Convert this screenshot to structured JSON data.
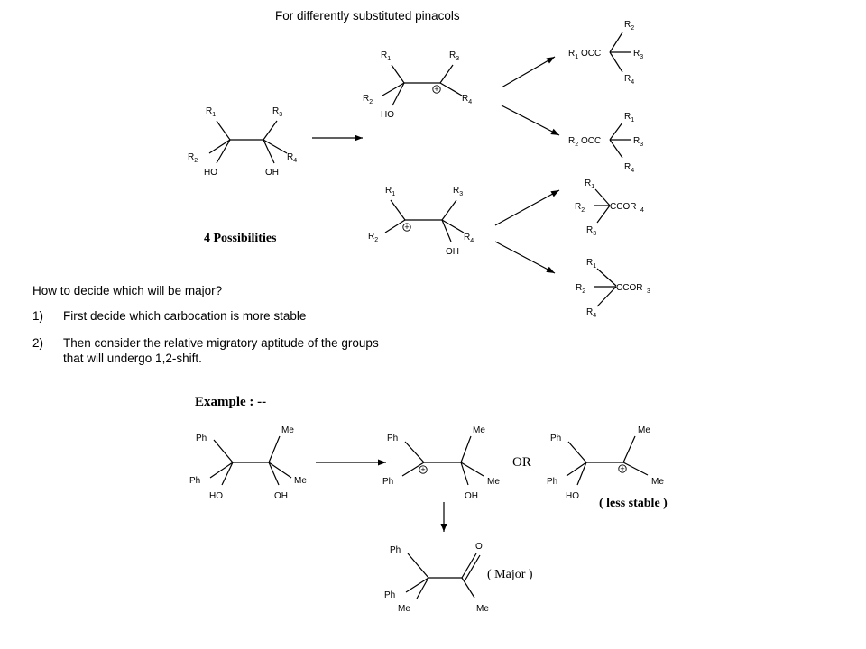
{
  "heading": "For differently substituted pinacols",
  "possibilities_label": "4 Possibilities",
  "question": "How to decide which will be major?",
  "steps": [
    {
      "num": "1)",
      "text": "First decide which carbocation is more stable"
    },
    {
      "num": "2)",
      "text": "Then consider the relative migratory aptitude of the groups",
      "text2": "that will undergo 1,2-shift."
    }
  ],
  "example_label": "Example : --",
  "or_label": "OR",
  "less_stable_label": "( less stable )",
  "major_label": "( Major )",
  "atoms": {
    "r": "R",
    "s1": "1",
    "s2": "2",
    "s3": "3",
    "s4": "4",
    "ho": "HO",
    "oh": "OH",
    "ph": "Ph",
    "me": "Me",
    "o": "O",
    "occ": "OCC",
    "ccor": "CCOR",
    "plus": "+"
  }
}
